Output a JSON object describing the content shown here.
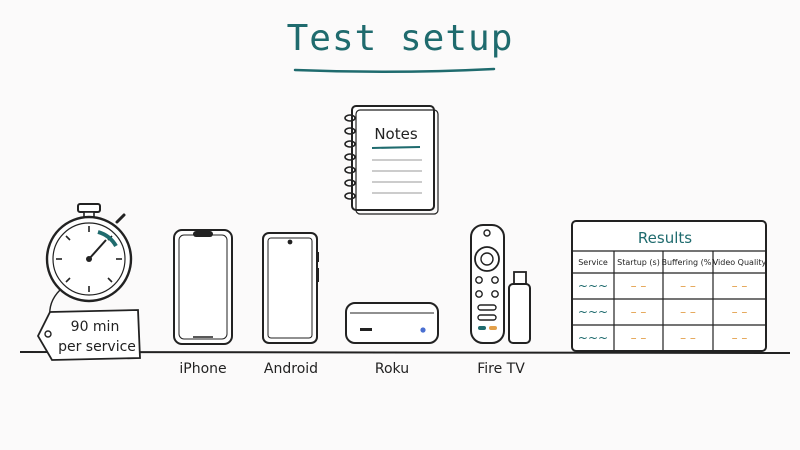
{
  "title": "Test setup",
  "notes": {
    "title": "Notes"
  },
  "timer": {
    "line1": "90 min",
    "line2": "per service"
  },
  "devices": [
    {
      "name": "iPhone"
    },
    {
      "name": "Android"
    },
    {
      "name": "Roku"
    },
    {
      "name": "Fire TV"
    }
  ],
  "results": {
    "title": "Results",
    "columns": [
      "Service",
      "Startup (s)",
      "Buffering (%)",
      "Video Quality"
    ],
    "rows": [
      [
        "~~~",
        "– –",
        "– –",
        "– –"
      ],
      [
        "~~~",
        "– –",
        "– –",
        "– –"
      ],
      [
        "~~~",
        "– –",
        "– –",
        "– –"
      ]
    ]
  },
  "colors": {
    "accent": "#1f6b6e",
    "placeholder": "#e3a04a",
    "ink": "#222222"
  }
}
